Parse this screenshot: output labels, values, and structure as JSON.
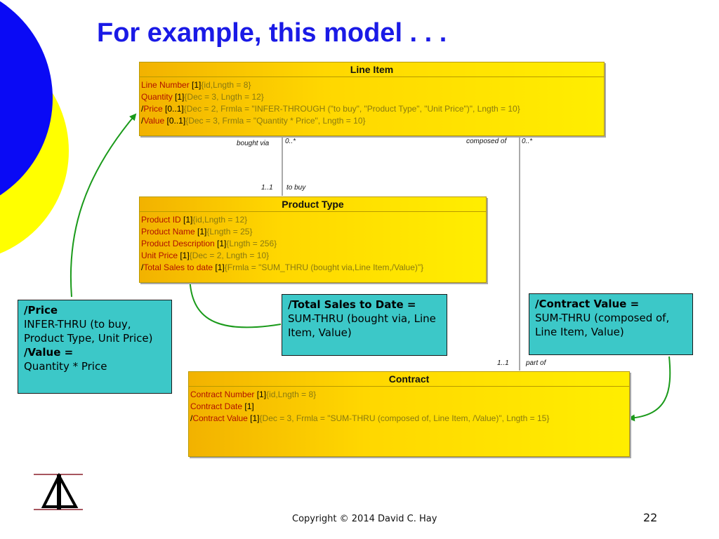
{
  "title": "For example, this model . . .",
  "classes": {
    "line_item": {
      "name": "Line Item",
      "attributes": [
        {
          "prefix": "",
          "name": "Line Number",
          "mult": " [1]",
          "props": "{id,Lngth = 8}"
        },
        {
          "prefix": "",
          "name": "Quantity",
          "mult": " [1]",
          "props": "{Dec = 3, Lngth = 12}"
        },
        {
          "prefix": "/",
          "name": "Price",
          "mult": " [0..1]",
          "props": "{Dec = 2, Frmla = \"INFER-THROUGH (\"to buy\", \"Product Type\", \"Unit Price\")\", Lngth = 10}"
        },
        {
          "prefix": "/",
          "name": "Value",
          "mult": " [0..1]",
          "props": "{Dec = 3, Frmla = \"Quantity *  Price\", Lngth = 10}"
        }
      ]
    },
    "product_type": {
      "name": "Product Type",
      "attributes": [
        {
          "prefix": "",
          "name": "Product ID",
          "mult": " [1]",
          "props": "{id,Lngth = 12}"
        },
        {
          "prefix": "",
          "name": "Product Name",
          "mult": " [1]",
          "props": "{Lngth = 25}"
        },
        {
          "prefix": "",
          "name": "Product Description",
          "mult": " [1]",
          "props": "{Lngth = 256}"
        },
        {
          "prefix": "",
          "name": "Unit Price",
          "mult": " [1]",
          "props": "{Dec = 2, Lngth = 10}"
        },
        {
          "prefix": "/",
          "name": "Total Sales to date",
          "mult": " [1]",
          "props": "{Frmla = \"SUM_THRU (bought via,Line Item,/Value)\"}"
        }
      ]
    },
    "contract": {
      "name": "Contract",
      "attributes": [
        {
          "prefix": "",
          "name": "Contract Number",
          "mult": " [1]",
          "props": "{id,Lngth = 8}"
        },
        {
          "prefix": "",
          "name": "Contract Date",
          "mult": " [1]",
          "props": ""
        },
        {
          "prefix": "/",
          "name": "Contract Value",
          "mult": " [1]",
          "props": "{Dec = 3, Frmla = \"SUM-THRU (composed of, Line Item, /Value)\", Lngth = 15}"
        }
      ]
    }
  },
  "roles": {
    "bought_via": "bought  via",
    "mult_0_star_left": "0..*",
    "composed_of": "composed of",
    "mult_0_star_right": "0..*",
    "mult_1_1_top": "1..1",
    "to_buy": "to buy",
    "mult_1_1_bottom": "1..1",
    "part_of": "part of"
  },
  "notes": {
    "price": {
      "h1": "/Price",
      "t1": "INFER-THRU (to buy, Product Type, Unit Price)",
      "h2": "/Value =",
      "t2": "Quantity * Price"
    },
    "total_sales": {
      "h": "/Total Sales to Date =",
      "t": "SUM-THRU (bought via, Line Item, Value)"
    },
    "contract_value": {
      "h": "/Contract Value =",
      "t": "SUM-THRU (composed of, Line Item, Value)"
    }
  },
  "footer": {
    "copyright": "Copyright © 2014 David C. Hay",
    "page": "22"
  },
  "colors": {
    "title": "#1a1ae6",
    "circle_blue": "#0a0af5",
    "circle_yellow": "#ffff00",
    "class_fill": "#ffe000",
    "note_fill": "#3cc8c8",
    "arrow": "#1a9a1a"
  }
}
